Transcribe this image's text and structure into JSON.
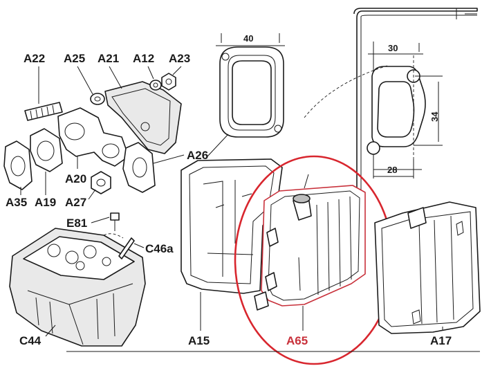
{
  "labels": {
    "a22": "A22",
    "a25": "A25",
    "a21": "A21",
    "a12": "A12",
    "a23": "A23",
    "a26": "A26",
    "a20": "A20",
    "a35": "A35",
    "a19": "A19",
    "a27": "A27",
    "e81": "E81",
    "c46a": "C46a",
    "c44": "C44",
    "a15": "A15",
    "a65": "A65",
    "a17": "A17"
  },
  "dimensions": {
    "gasket_width": "40",
    "flange_width": "30",
    "flange_height": "34",
    "port_width": "28"
  },
  "colors": {
    "line": "#1a1a1a",
    "highlight_ring": "#d8262e",
    "highlight_label": "#c8303a"
  }
}
